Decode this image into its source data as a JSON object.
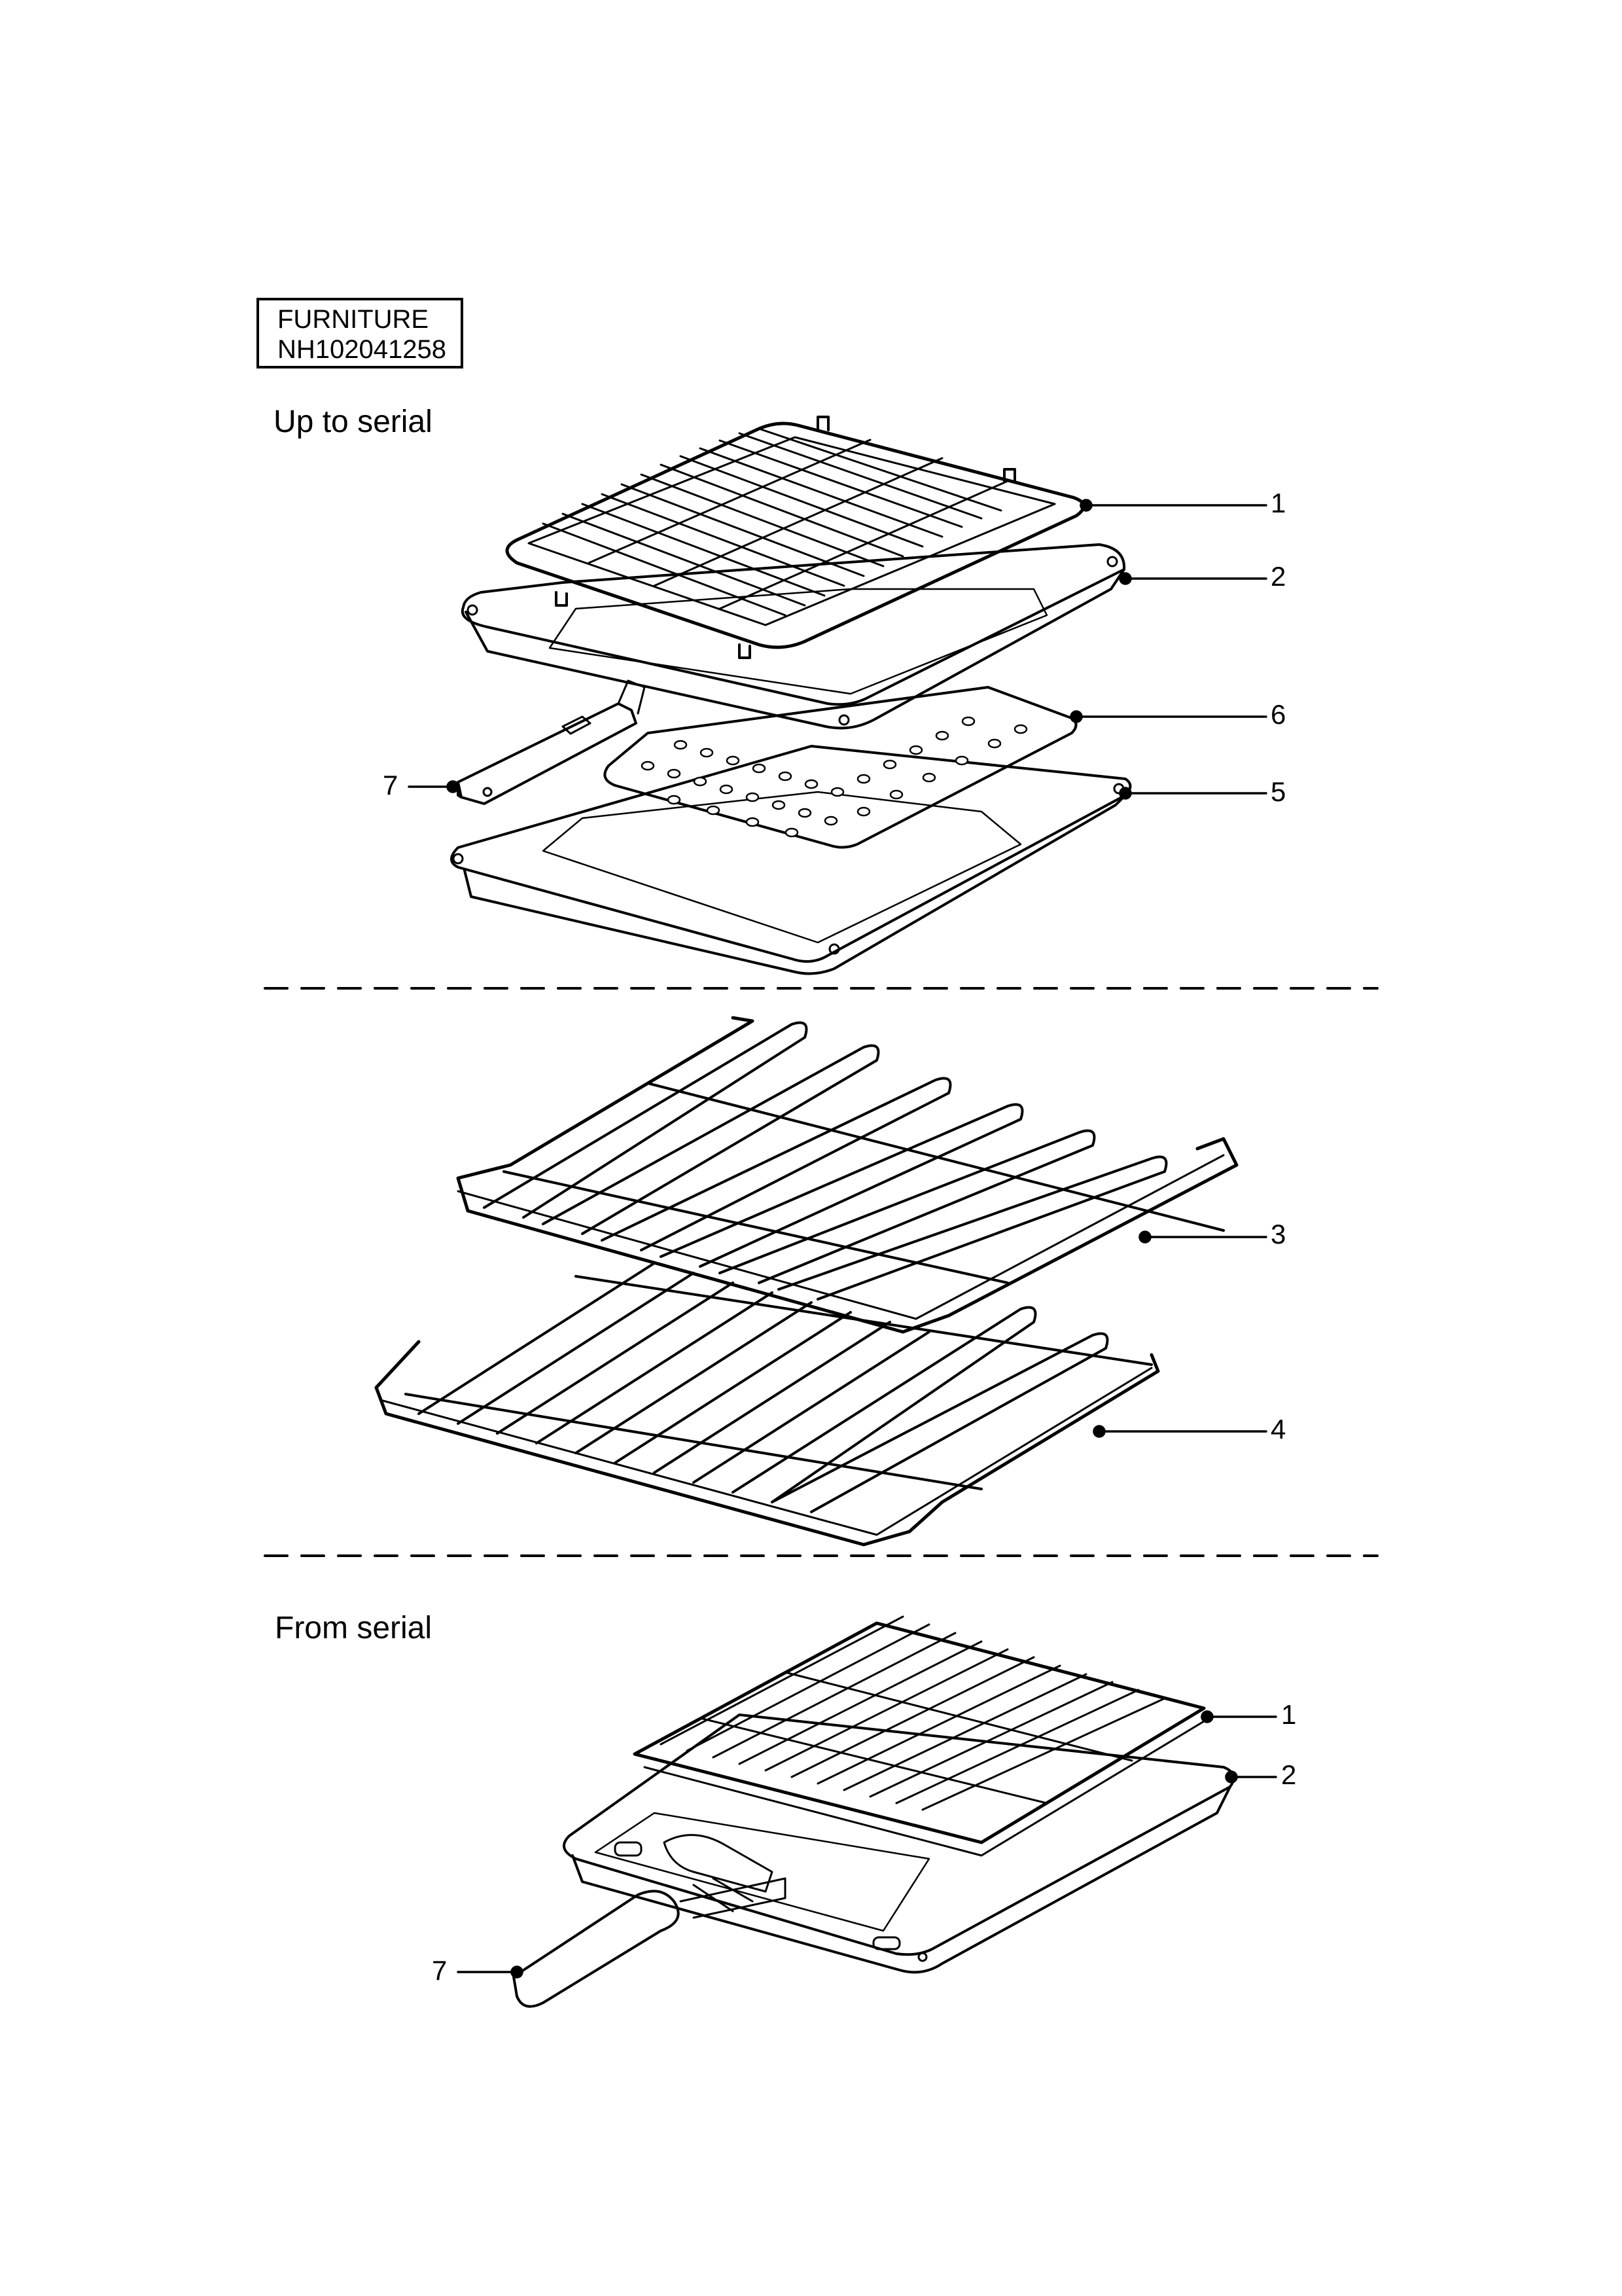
{
  "header": {
    "line1": "FURNITURE",
    "line2": "NH102041258"
  },
  "sections": {
    "upper": {
      "label": "Up to serial"
    },
    "lower": {
      "label": "From serial"
    }
  },
  "callouts": {
    "upper_1": "1",
    "upper_2": "2",
    "upper_6": "6",
    "upper_5": "5",
    "upper_7": "7",
    "middle_3": "3",
    "middle_4": "4",
    "lower_1": "1",
    "lower_2": "2",
    "lower_7": "7"
  },
  "colors": {
    "line": "#000000",
    "background": "#ffffff"
  }
}
